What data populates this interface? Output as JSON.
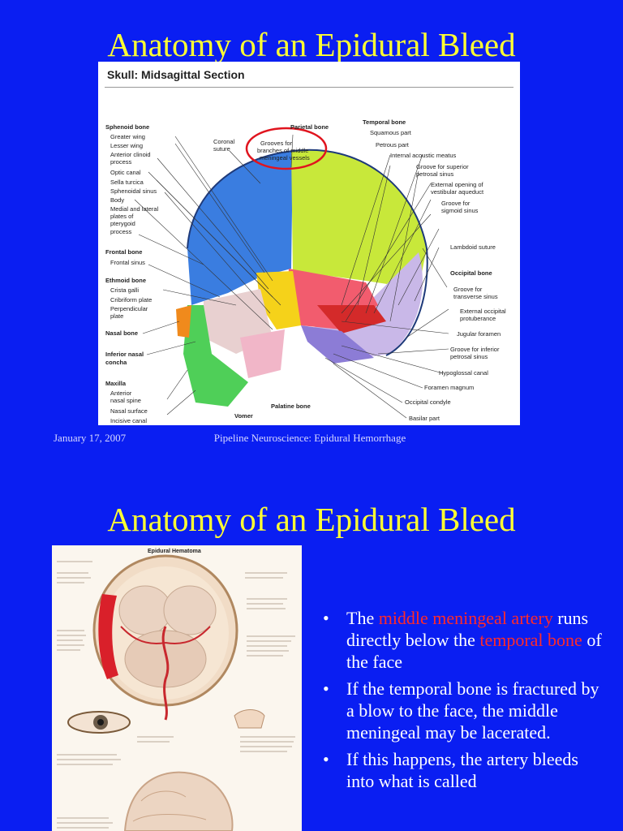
{
  "slide1": {
    "title": "Anatomy of an Epidural Bleed",
    "figure_heading": "Skull: Midsagittal Section",
    "labels": {
      "sphenoid": "Sphenoid bone",
      "greater_wing": "Greater wing",
      "lesser_wing": "Lesser wing",
      "anterior_clinoid": "Anterior clinoid",
      "process1": "process",
      "optic_canal": "Optic canal",
      "sella": "Sella turcica",
      "sphenoidal_sinus": "Sphenoidal sinus",
      "body": "Body",
      "medial_lateral": "Medial and lateral",
      "plates_of": "plates of",
      "pterygoid": "pterygoid",
      "process2": "process",
      "frontal_bone": "Frontal bone",
      "frontal_sinus": "Frontal sinus",
      "ethmoid": "Ethmoid bone",
      "crista": "Crista galli",
      "cribriform": "Cribriform plate",
      "perpendicular": "Perpendicular",
      "plate": "plate",
      "nasal_bone": "Nasal bone",
      "inferior_nasal": "Inferior nasal",
      "concha": "concha",
      "maxilla": "Maxilla",
      "anterior": "Anterior",
      "nasal_spine": "nasal spine",
      "nasal_surface": "Nasal surface",
      "incisive": "Incisive canal",
      "coronal": "Coronal",
      "suture": "suture",
      "grooves1": "Grooves for",
      "grooves2": "branches of middle",
      "grooves3": "meningeal vessels",
      "parietal": "Parietal bone",
      "temporal": "Temporal bone",
      "squamous": "Squamous part",
      "petrous": "Petrous part",
      "internal_acoustic": "Internal acoustic meatus",
      "groove_sup1": "Groove for superior",
      "groove_sup2": "petrosal sinus",
      "ext_opening1": "External opening of",
      "ext_opening2": "vestibular aqueduct",
      "groove_sig1": "Groove for",
      "groove_sig2": "sigmoid sinus",
      "lambdoid": "Lambdoid suture",
      "occipital": "Occipital bone",
      "groove_trans1": "Groove for",
      "groove_trans2": "transverse sinus",
      "ext_occ1": "External occipital",
      "ext_occ2": "protuberance",
      "jugular": "Jugular foramen",
      "groove_inf1": "Groove for inferior",
      "groove_inf2": "petrosal sinus",
      "hypoglossal": "Hypoglossal canal",
      "magnum": "Foramen magnum",
      "condyle": "Occipital condyle",
      "basilar": "Basilar part",
      "palatine": "Palatine bone",
      "vomer": "Vomer"
    },
    "footer_date": "January 17, 2007",
    "footer_title": "Pipeline Neuroscience: Epidural Hemorrhage"
  },
  "slide2": {
    "title": "Anatomy of an Epidural Bleed",
    "figure_heading": "Epidural Hematoma",
    "bullets": [
      {
        "parts": [
          "The ",
          "middle meningeal artery",
          " runs directly below the ",
          "temporal bone",
          " of the face"
        ]
      },
      {
        "text": "If the temporal bone is fractured by a blow to the face, the middle meningeal may be lacerated."
      },
      {
        "text": "If this happens, the artery bleeds into what is called"
      }
    ]
  },
  "colors": {
    "background": "#0a1ef2",
    "title": "#ffff33",
    "highlight": "#ff2a2a"
  }
}
